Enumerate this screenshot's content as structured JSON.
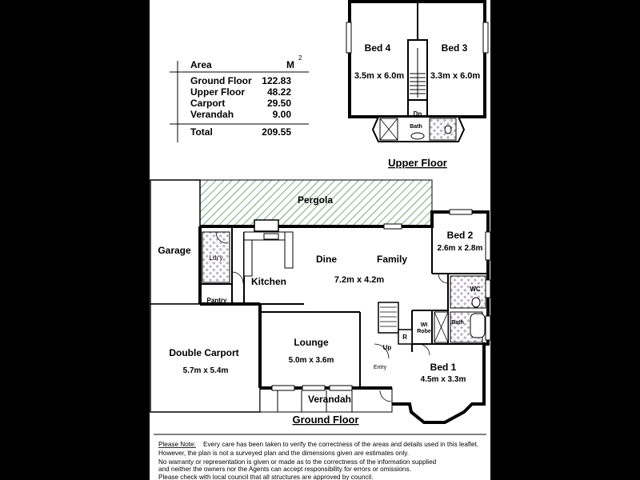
{
  "area_table": {
    "header_label": "Area",
    "header_unit": "M",
    "header_sup": "2",
    "rows": [
      {
        "label": "Ground Floor",
        "value": "122.83"
      },
      {
        "label": "Upper Floor",
        "value": "48.22"
      },
      {
        "label": "Carport",
        "value": "29.50"
      },
      {
        "label": "Verandah",
        "value": "9.00"
      }
    ],
    "total_label": "Total",
    "total_value": "209.55"
  },
  "upper_floor": {
    "title": "Upper Floor",
    "bed4": {
      "name": "Bed 4",
      "size": "3.5m x 6.0m"
    },
    "bed3": {
      "name": "Bed 3",
      "size": "3.3m x 6.0m"
    },
    "stair_label": "Dn",
    "bath_label": "Bath"
  },
  "ground_floor": {
    "title": "Ground Floor",
    "pergola": "Pergola",
    "garage": "Garage",
    "laundry": "Ldr'y",
    "pantry": "Pantry",
    "kitchen": "Kitchen",
    "dine": "Dine",
    "family": "Family",
    "living_size": "7.2m x 4.2m",
    "bed2": {
      "name": "Bed 2",
      "size": "2.6m x 2.8m"
    },
    "wc": "WC",
    "wi_robe_1": "WI",
    "wi_robe_2": "Robe",
    "bath": "Bath",
    "robe_r": "R",
    "up": "Up",
    "entry": "Entry",
    "lounge": {
      "name": "Lounge",
      "size": "5.0m x 3.6m"
    },
    "carport": {
      "name": "Double Carport",
      "size": "5.7m x 5.4m"
    },
    "bed1": {
      "name": "Bed 1",
      "size": "4.5m x 3.3m"
    },
    "verandah": "Verandah"
  },
  "note": {
    "label": "Please Note:",
    "line1": "Every care has been taken to verify the correctness of the areas and details used in this leaflet.",
    "line2": "However, the plan is not a surveyed plan and the dimensions given are estimates only.",
    "line3": "No warranty or representation is given or made as to the correctness of the information supplied",
    "line4": "and neither the owners nor the Agents can accept responsibility for errors or omissions.",
    "line5": "Please check with local council that all structures are approved by council."
  }
}
